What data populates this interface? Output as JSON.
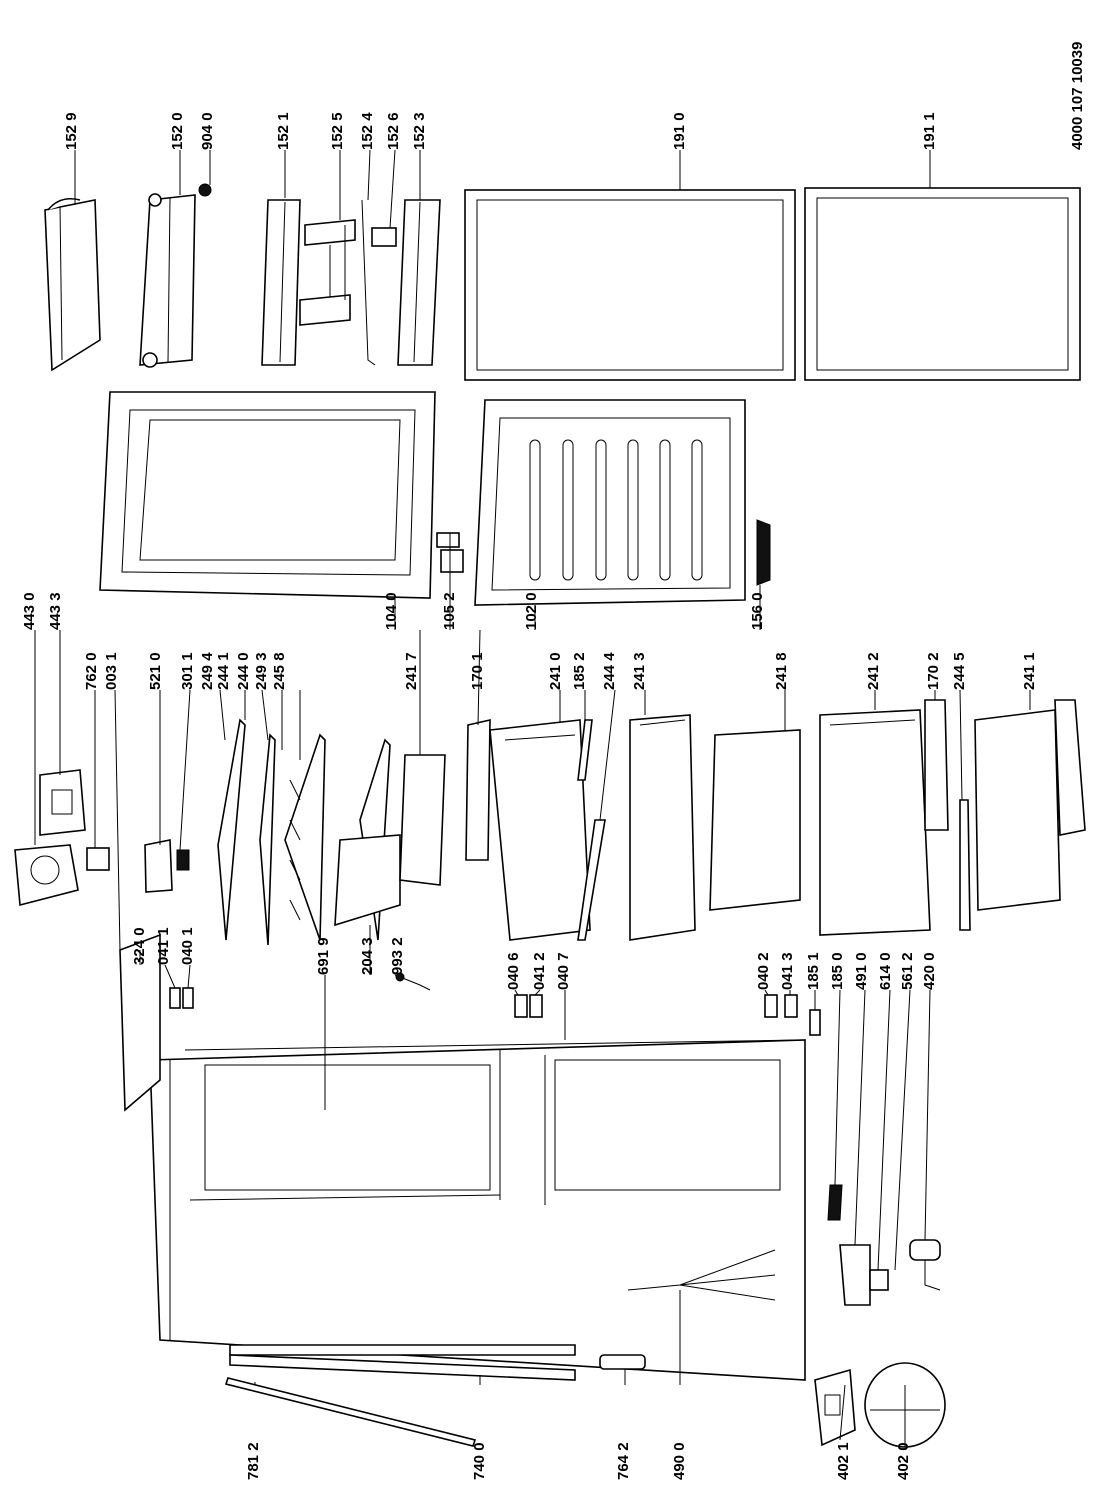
{
  "document_number": "4000 107 10039",
  "parts": {
    "p1529": "152 9",
    "p1520": "152 0",
    "p9040": "904 0",
    "p1521": "152 1",
    "p1525": "152 5",
    "p1524": "152 4",
    "p1526": "152 6",
    "p1523": "152 3",
    "p1910": "191 0",
    "p1911": "191 1",
    "p4430": "443 0",
    "p4433": "443 3",
    "p7620": "762 0",
    "p0031": "003 1",
    "p5210": "521 0",
    "p3011": "301 1",
    "p2494": "249 4",
    "p2441": "244 1",
    "p2440": "244 0",
    "p2493": "249 3",
    "p2458": "245 8",
    "p1040": "104 0",
    "p2417": "241 7",
    "p1052": "105 2",
    "p1701": "170 1",
    "p1020": "102 0",
    "p2410": "241 0",
    "p1852": "185 2",
    "p2444": "244 4",
    "p2413": "241 3",
    "p1560": "156 0",
    "p2418": "241 8",
    "p2412": "241 2",
    "p1702": "170 2",
    "p2445": "244 5",
    "p2411": "241 1",
    "p3240": "324 0",
    "p0411": "041 1",
    "p0401": "040 1",
    "p6919": "691 9",
    "p2043": "204 3",
    "p9932": "993 2",
    "p0406": "040 6",
    "p0412": "041 2",
    "p0407": "040 7",
    "p0402": "040 2",
    "p0413": "041 3",
    "p1851": "185 1",
    "p1850": "185 0",
    "p4910": "491 0",
    "p6140": "614 0",
    "p5612": "561 2",
    "p4200": "420 0",
    "p7812": "781 2",
    "p7400": "740 0",
    "p7642": "764 2",
    "p4900": "490 0",
    "p4021": "402 1",
    "p4020": "402 0"
  }
}
